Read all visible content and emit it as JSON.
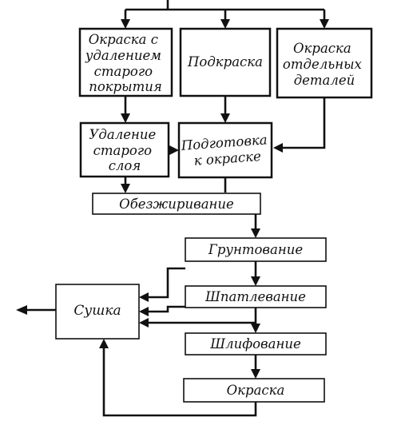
{
  "boxes": {
    "repaint_remove_old": {
      "lines": [
        "Окраска с",
        "удалением",
        "старого",
        "покрытия"
      ]
    },
    "touch_up": {
      "lines": [
        "Подкраска"
      ]
    },
    "paint_parts": {
      "lines": [
        "Окраска",
        "отдельных",
        "деталей"
      ]
    },
    "remove_old_layer": {
      "lines": [
        "Удаление",
        "старого",
        "слоя"
      ]
    },
    "prepare_painting": {
      "lines": [
        "Подготовка",
        "к окраске"
      ]
    },
    "degreasing": {
      "lines": [
        "Обезжиривание"
      ]
    },
    "priming": {
      "lines": [
        "Грунтование"
      ]
    },
    "drying": {
      "lines": [
        "Сушка"
      ]
    },
    "puttying": {
      "lines": [
        "Шпатлевание"
      ]
    },
    "sanding": {
      "lines": [
        "Шлифование"
      ]
    },
    "painting": {
      "lines": [
        "Окраска"
      ]
    }
  },
  "colors": {
    "ink": "#111111",
    "background": "#ffffff"
  }
}
